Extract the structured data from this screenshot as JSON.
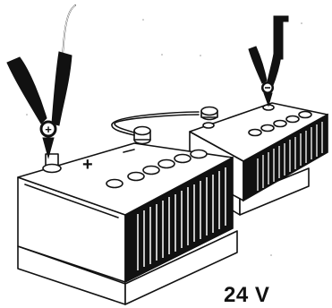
{
  "caption": "24 V",
  "markings": {
    "positive_symbol": "+",
    "negative_symbol": "−"
  },
  "description_items": {
    "left_battery": "battery-left",
    "right_battery": "battery-right",
    "positive_clamp": "positive-clamp",
    "negative_clamp": "negative-clamp",
    "bridge_cable": "series-link-cable"
  }
}
